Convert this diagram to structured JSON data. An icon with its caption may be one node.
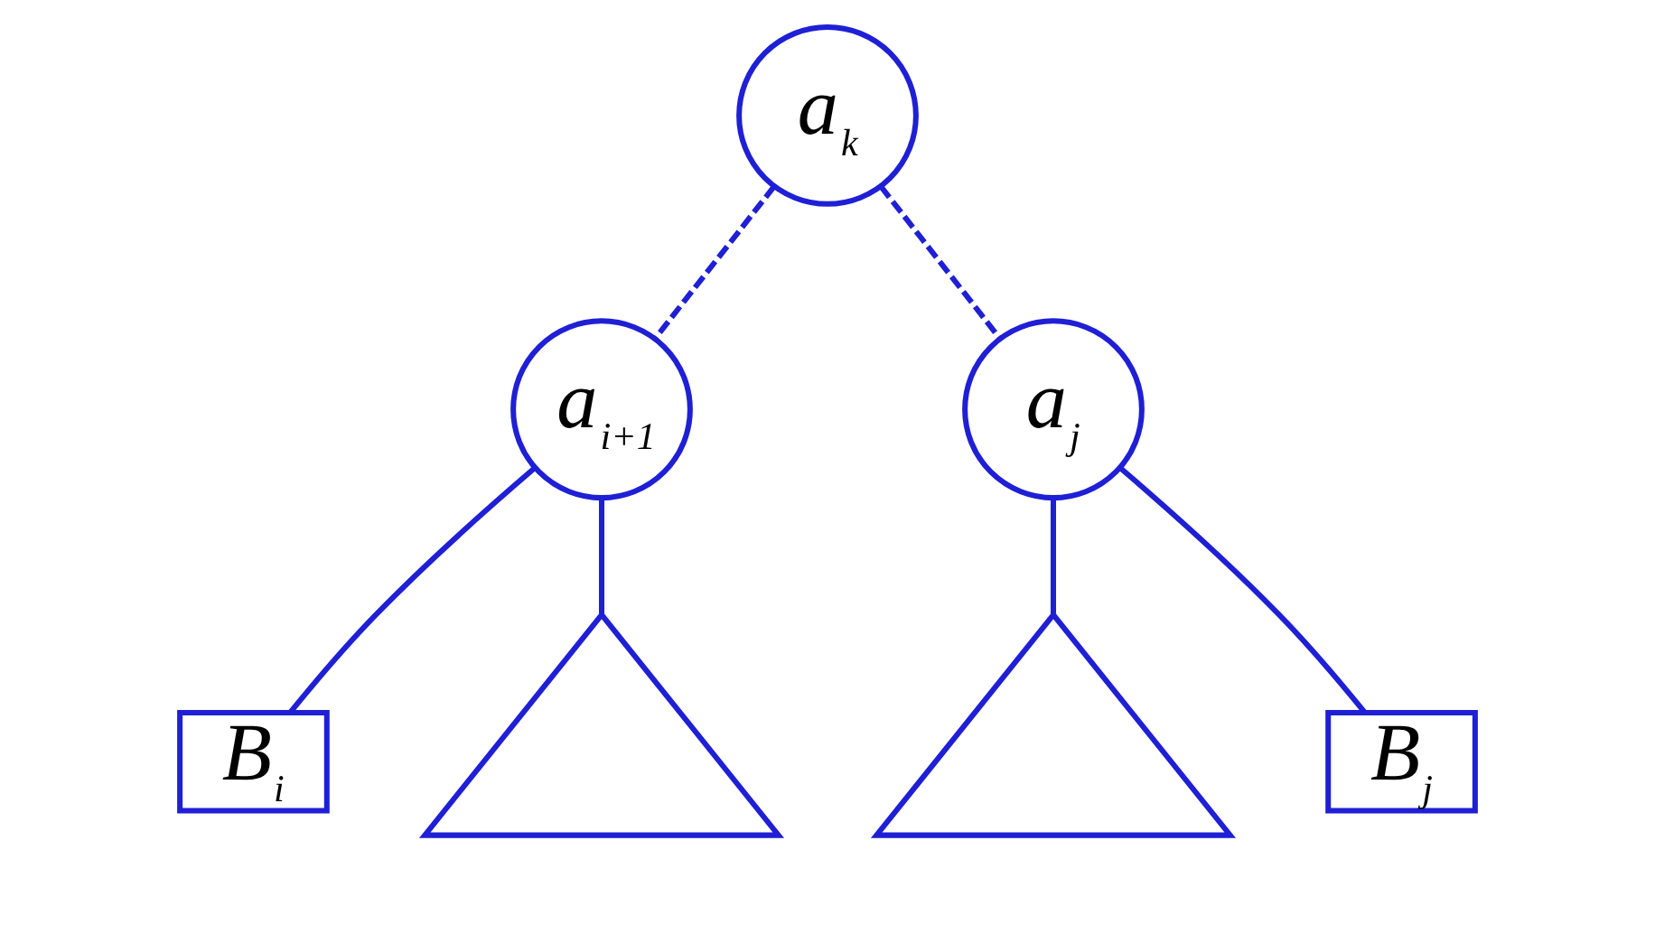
{
  "diagram": {
    "nodes": [
      {
        "text": [
          "a$_{k}$"
        ]
      },
      {
        "text": [
          "a$_{i+1}$"
        ]
      },
      {
        "text": [
          "a$_{j}$"
        ]
      },
      {
        "text": [
          "B$_{i}$"
        ]
      },
      {
        "text": [],
        "shape": "triangle"
      },
      {
        "text": [],
        "shape": "triangle"
      },
      {
        "text": [
          "B$_{j}$"
        ]
      }
    ],
    "edges": [
      {
        "from": 0,
        "to": 1,
        "arrow": "none",
        "style": "dashed"
      },
      {
        "from": 0,
        "to": 2,
        "arrow": "none",
        "style": "dashed"
      },
      {
        "from": 1,
        "to": 3,
        "arrow": "none"
      },
      {
        "from": 1,
        "to": 4,
        "arrow": "none"
      },
      {
        "from": 2,
        "to": 5,
        "arrow": "none"
      },
      {
        "from": 2,
        "to": 6,
        "arrow": "none"
      }
    ]
  }
}
